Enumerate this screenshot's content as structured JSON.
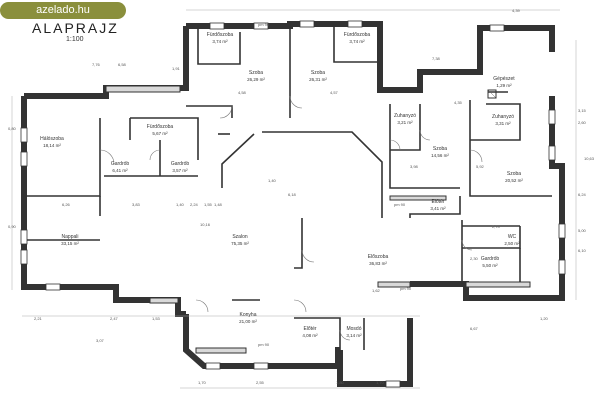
{
  "watermark": "azelado.hu",
  "title": "ALAPRAJZ",
  "scale": "1:100",
  "rooms": [
    {
      "name": "Fürdőszoba",
      "area": "3,74 m²"
    },
    {
      "name": "Fürdőszoba",
      "area": "3,74 m²"
    },
    {
      "name": "Szoba",
      "area": "26,29 m²"
    },
    {
      "name": "Szoba",
      "area": "26,31 m²"
    },
    {
      "name": "Gépészet",
      "area": "1,29 m²"
    },
    {
      "name": "Hálószoba",
      "area": "18,14 m²"
    },
    {
      "name": "Fürdőszoba",
      "area": "5,67 m²"
    },
    {
      "name": "Gardrób",
      "area": "6,41 m²"
    },
    {
      "name": "Gardrób",
      "area": "3,57 m²"
    },
    {
      "name": "Zuhanyzó",
      "area": "3,21 m²"
    },
    {
      "name": "Szoba",
      "area": "14,56 m²"
    },
    {
      "name": "Zuhanyzó",
      "area": "3,31 m²"
    },
    {
      "name": "Szoba",
      "area": "20,52 m²"
    },
    {
      "name": "Nappali",
      "area": "33,15 m²"
    },
    {
      "name": "Szalon",
      "area": "75,35 m²"
    },
    {
      "name": "Előszoba",
      "area": "36,83 m²"
    },
    {
      "name": "Előtér",
      "area": "3,41 m²"
    },
    {
      "name": "WC",
      "area": "2,50 m²"
    },
    {
      "name": "Gardrób",
      "area": "5,50 m²"
    },
    {
      "name": "Konyha",
      "area": "21,00 m²"
    },
    {
      "name": "Előtér",
      "area": "4,08 m²"
    },
    {
      "name": "Mosdó",
      "area": "3,14 m²"
    }
  ],
  "dimensions": [
    "7,76",
    "6,58",
    "4,58",
    "4,57",
    "4,39",
    "7,38",
    "4,35",
    "1,91",
    "1,40",
    "2,24",
    "1,55",
    "1,48",
    "0,80",
    "0,90",
    "6,26",
    "3,83",
    "10,16",
    "6,18",
    "3,98",
    "5,92",
    "2,74",
    "2,30",
    "1,40",
    "1,62",
    "2,21",
    "2,47",
    "3,07",
    "1,53",
    "1,70",
    "2,55",
    "1,80",
    "1,70",
    "6,67",
    "1,20",
    "10,63",
    "5,00",
    "6,10",
    "6,24",
    "3,15",
    "2,60"
  ],
  "door_tag": "pm 90"
}
